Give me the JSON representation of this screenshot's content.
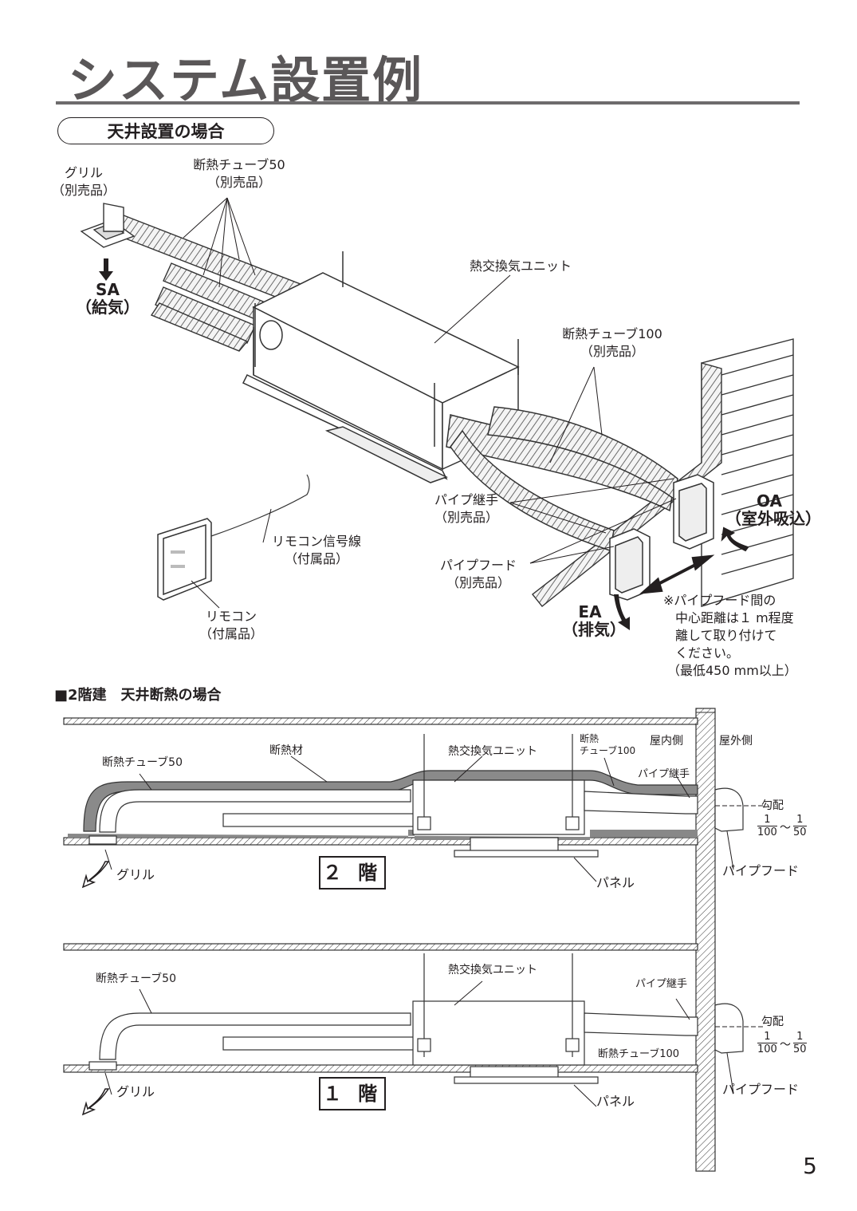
{
  "title": "システム設置例",
  "section1": {
    "heading": "天井設置の場合",
    "grille": [
      "グリル",
      "（別売品）"
    ],
    "tube50": [
      "断熱チューブ50",
      "（別売品）"
    ],
    "sa": [
      "SA",
      "（給気）"
    ],
    "unit": "熱交換気ユニット",
    "tube100": [
      "断熱チューブ100",
      "（別売品）"
    ],
    "pipe_joint": [
      "パイプ継手",
      "（別売品）"
    ],
    "pipe_hood": [
      "パイプフード",
      "（別売品）"
    ],
    "remote_wire": [
      "リモコン信号線",
      "（付属品）"
    ],
    "remote": [
      "リモコン",
      "（付属品）"
    ],
    "oa": [
      "OA",
      "（室外吸込）"
    ],
    "ea": [
      "EA",
      "（排気）"
    ],
    "note": [
      "※パイプフード間の",
      "中心距離は１ m程度",
      "離して取り付けて",
      "ください。",
      "（最低450 mm以上）"
    ]
  },
  "section2": {
    "heading": "■2階建　天井断熱の場合",
    "floor2": {
      "tube50": "断熱チューブ50",
      "insulation": "断熱材",
      "unit": "熱交換気ユニット",
      "tube100": [
        "断熱",
        "チューブ100"
      ],
      "indoor": "屋内側",
      "outdoor": "屋外側",
      "pipe_joint": "パイプ継手",
      "slope": "勾配",
      "frac1": [
        "1",
        "100"
      ],
      "tilde": "～",
      "frac2": [
        "1",
        "50"
      ],
      "grille": "グリル",
      "floor_label": "２ 階",
      "panel": "パネル",
      "pipe_hood": "パイプフード"
    },
    "floor1": {
      "tube50": "断熱チューブ50",
      "unit": "熱交換気ユニット",
      "pipe_joint": "パイプ継手",
      "tube100": "断熱チューブ100",
      "slope": "勾配",
      "frac1": [
        "1",
        "100"
      ],
      "tilde": "～",
      "frac2": [
        "1",
        "50"
      ],
      "grille": "グリル",
      "floor_label": "１ 階",
      "panel": "パネル",
      "pipe_hood": "パイプフード"
    }
  },
  "page_number": "5"
}
